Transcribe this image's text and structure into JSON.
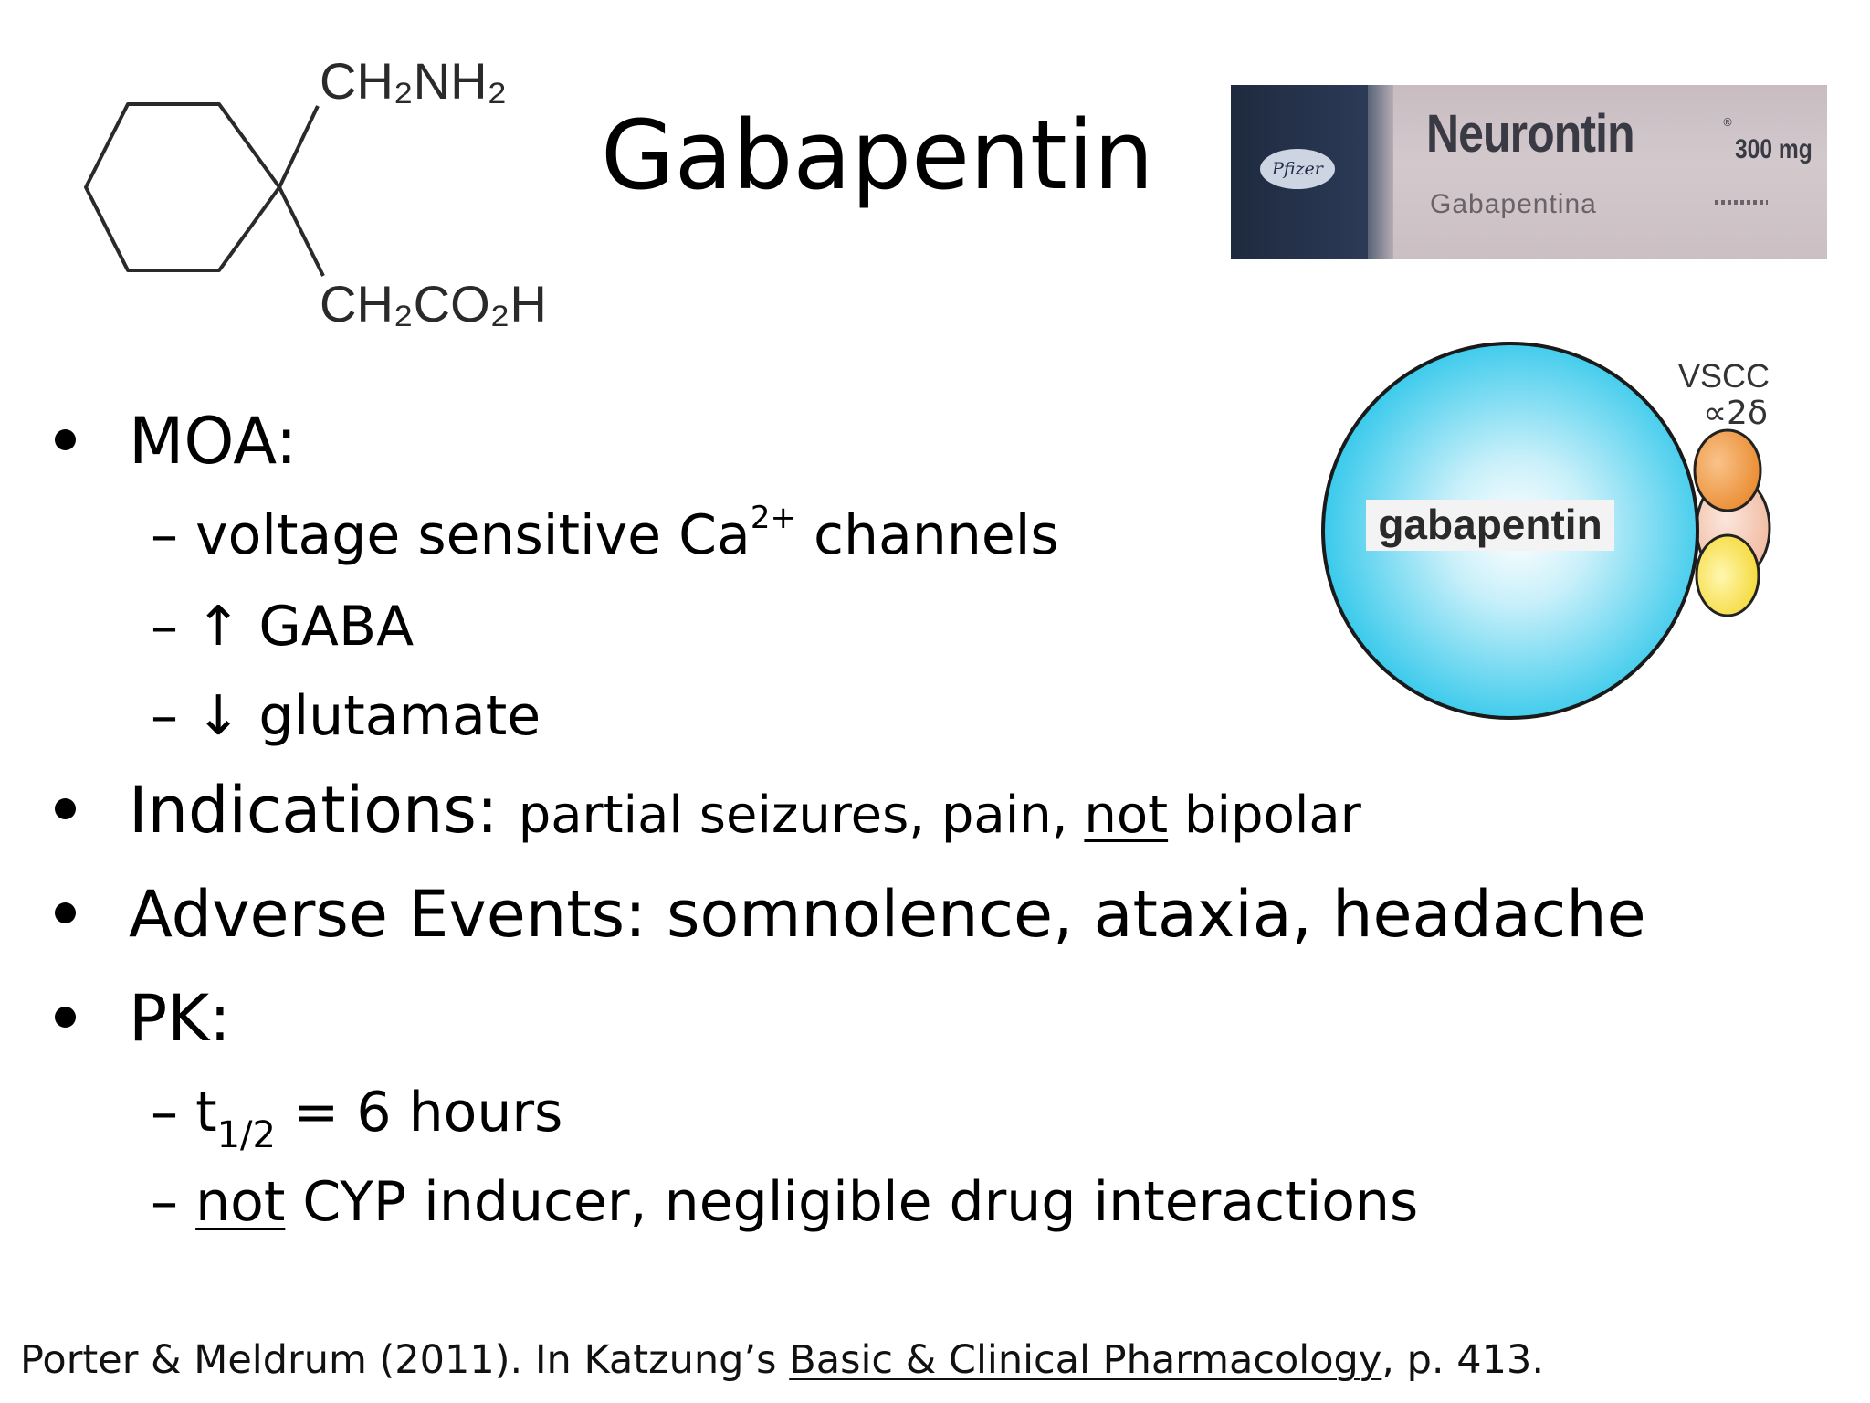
{
  "title": "Gabapentin",
  "structure": {
    "group_top": "CH₂NH₂",
    "group_bottom": "CH₂CO₂H"
  },
  "box": {
    "maker": "Pfizer",
    "brand": "Neurontin",
    "reg_mark": "®",
    "dose": "300 mg",
    "generic": "Gabapentina"
  },
  "diagram": {
    "drug_label": "gabapentin",
    "channel_label": "VSCC",
    "subunit_label": "∝2δ",
    "colors": {
      "vesicle_center": "#ffffff",
      "vesicle_edge": "#2cc6ea",
      "subunit_orange": "#f0953a",
      "subunit_peach": "#f6c9b3",
      "subunit_yellow": "#f7e24a"
    }
  },
  "bullets": {
    "moa_label": "MOA:",
    "moa_items": {
      "item1_text": "voltage sensitive Ca",
      "item1_sup": "2+",
      "item1_tail": " channels",
      "item2": "↑ GABA",
      "item3": "↓ glutamate"
    },
    "indications_label": "Indications:",
    "indications_pre": "partial seizures, pain, ",
    "indications_not": "not",
    "indications_post": " bipolar",
    "adverse": "Adverse Events: somnolence, ataxia, headache",
    "pk_label": "PK:",
    "pk_items": {
      "halflife_t": "t",
      "halflife_sub": "1/2",
      "halflife_rest": " = 6 hours",
      "cyp_not": "not",
      "cyp_rest": " CYP inducer, negligible drug interactions"
    },
    "dash": "–"
  },
  "citation": {
    "pre": "Porter & Meldrum (2011). In Katzung’s ",
    "book": "Basic & Clinical Pharmacology",
    "post": ", p. 413."
  }
}
